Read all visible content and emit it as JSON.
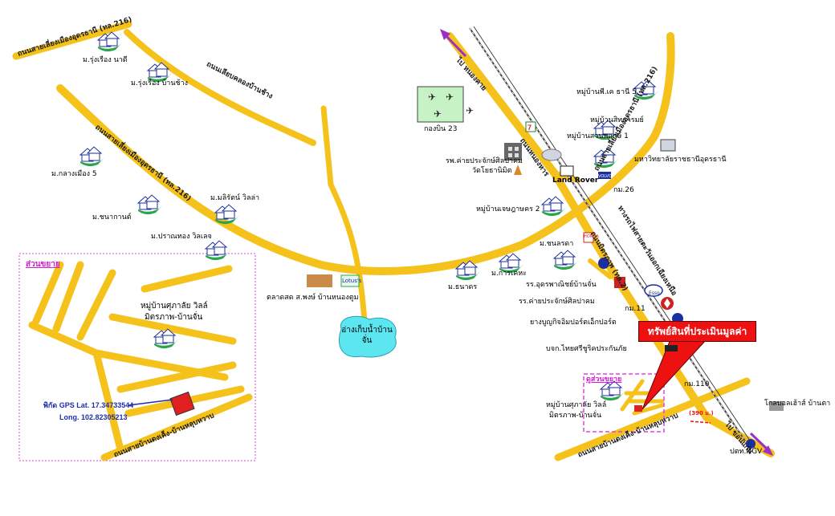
{
  "colors": {
    "road": "#f5c21b",
    "rail": "#444444",
    "water": "#5ce6f0",
    "subject": "#e02020",
    "inset_border": "#dd44dd",
    "callout": "#ee1111",
    "arrow": "#9b2fc9",
    "house_icon": "#2aa64a"
  },
  "roads": {
    "bypass_left": "ถนนสายเลี่ยงเมืองอุดรธานี (ทล.216)",
    "bypass_mid": "ถนนสายเลี่ยงเมืองอุดรธานี (ทล.216)",
    "bypass_right": "ถนนสายเลี่ยงเมืองอุดรธานี (ทล.216)",
    "nongbua": "ถนนเลียบคลองบ้านช้าง",
    "highway2": "ถนนมิตรภาพ (ทล.2)",
    "nonghai": "ถนนหนองหาร",
    "rail": "ทางรถไฟสายตะวันออกเฉียงเหนือ",
    "bottom_right": "ถนนสายบ้านดงเค็ง-บ้านหลุบหวาบ",
    "inset_bottom": "ถนนสายบ้านดงเค็ง-บ้านหลุบหวาบ"
  },
  "directions": {
    "to_north": "ไป หนองคาย",
    "to_south": "ไป ขอนแก่น"
  },
  "places": {
    "rungrueang_nadee": "ม.รุ่งเรือง นาดี",
    "rungrueang_banchang": "ม.รุ่งเรือง บ้านช้าง",
    "klangmueang5": "ม.กลางเมือง 5",
    "malirat": "ม.มลิรัตน์ วิลล่า",
    "chanakarn": "ม.ชนากานต์",
    "prannthong": "ม.ปราณทอง วิลเลจ",
    "airfield": "กองบิน 23",
    "hospital": "รพ.ค่ายประจักษ์ศิลปาคม",
    "watyothanimit": "วัดโยธานิมิต",
    "landrover": "Land Rover",
    "volvo": "VOLVO",
    "km26": "กม.26",
    "pk_thani": "หมู่บ้านพี.เค ธานี 5",
    "sittharom": "หมู่บ้านสิทธารมย์",
    "suanphruksa": "หมู่บ้านสวนพฤกษ์ 1",
    "rajabhat": "มหาวิทยาลัยราชธานีอุดรธานี",
    "chetsada": "หมู่บ้านเจษฎาษคร 2",
    "chonlada": "ม.ชนลรดา",
    "dharakorn": "ม.ธนาดร",
    "karnkeha": "ม.การเคหะ",
    "udonphanit": "รร.อุดรพาณิชย์บ้านจั่น",
    "prajak_school": "รร.ค่ายประจักษ์ศิลปาคม",
    "km11": "กม.11",
    "bridgestone": "ยางบูญกิจอิมปอร์ตเอ็กปอร์ต",
    "thaisri": "บจก.ไทยศรีชูริคประกันภัย",
    "km110": "กม.110",
    "global_house": "โกลบอลเฮ้าส์ บ้านตา",
    "ptt_ngv": "ปตท.NGV",
    "market": "ตลาดสด ส.พงษ์ บ้านหนองตูม",
    "lotus": "Lotus's",
    "reservoir": "อ่างเก็บน้ำบ้านจั่น",
    "subject_village": "หมู่บ้านศุภาลัย วิลล์",
    "subject_village2": "มิตรภาพ-บ้านจั่น",
    "esso": "Esso",
    "honda": "HONDA",
    "distance": "(390 ม.)"
  },
  "callout": "ทรัพย์สินที่ประเมินมูลค่า",
  "inset": {
    "title": "ส่วนขยาย",
    "small_title": "ดูส่วนขยาย",
    "village": "หมู่บ้านศุภาลัย วิลล์",
    "village2": "มิตรภาพ-บ้านจั่น",
    "gps_lat": "พิกัด GPS Lat. 17.34733544",
    "gps_long": "Long. 102.82305213"
  }
}
